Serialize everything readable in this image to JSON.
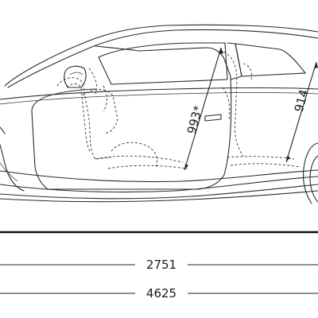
{
  "dimensions": {
    "wheelbase": "2751",
    "length": "4625",
    "front_headroom": "993*",
    "rear_headroom": "914"
  },
  "colors": {
    "line": "#2a2a2a",
    "background": "#ffffff"
  }
}
